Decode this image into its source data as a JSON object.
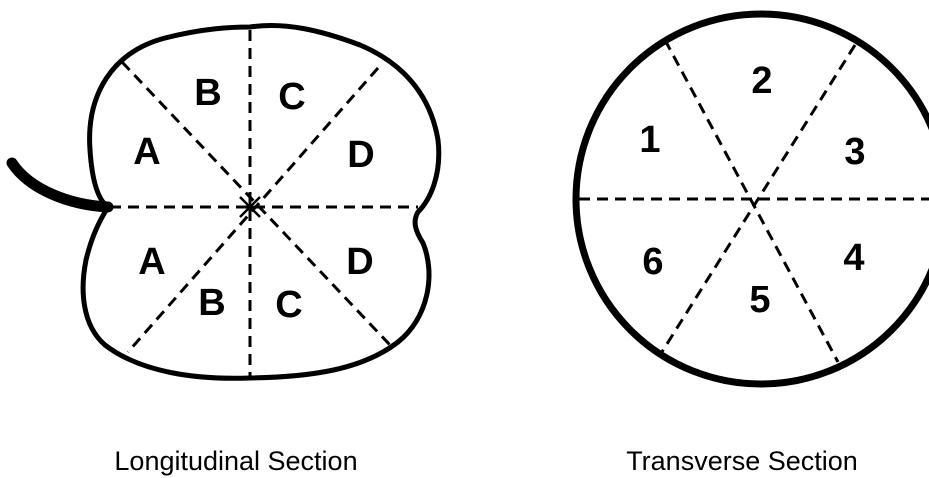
{
  "longitudinal": {
    "caption": "Longitudinal Section",
    "upper_labels": [
      "A",
      "B",
      "C",
      "D"
    ],
    "lower_labels": [
      "A",
      "B",
      "C",
      "D"
    ]
  },
  "transverse": {
    "caption": "Transverse Section",
    "segments": [
      "1",
      "2",
      "3",
      "4",
      "5",
      "6"
    ]
  }
}
